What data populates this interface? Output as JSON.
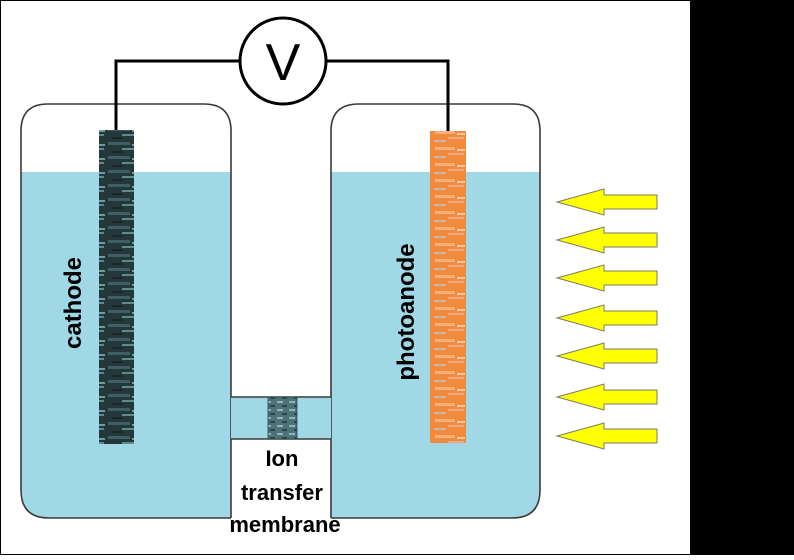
{
  "voltmeter": {
    "symbol": "V"
  },
  "labels": {
    "cathode": "cathode",
    "photoanode": "photoanode",
    "membrane": [
      "Ion",
      "transfer",
      "membrane"
    ]
  },
  "light_arrows": {
    "count": 7,
    "color": "#ffff00"
  },
  "colors": {
    "electrolyte": "#a0d8e6",
    "cell_outline": "#3a3a3a",
    "cathode_electrode": "#2a3d40",
    "photoanode_electrode": "#f08a40",
    "membrane": "#5a7f86",
    "wire": "#000000",
    "right_panel": "#000000"
  }
}
